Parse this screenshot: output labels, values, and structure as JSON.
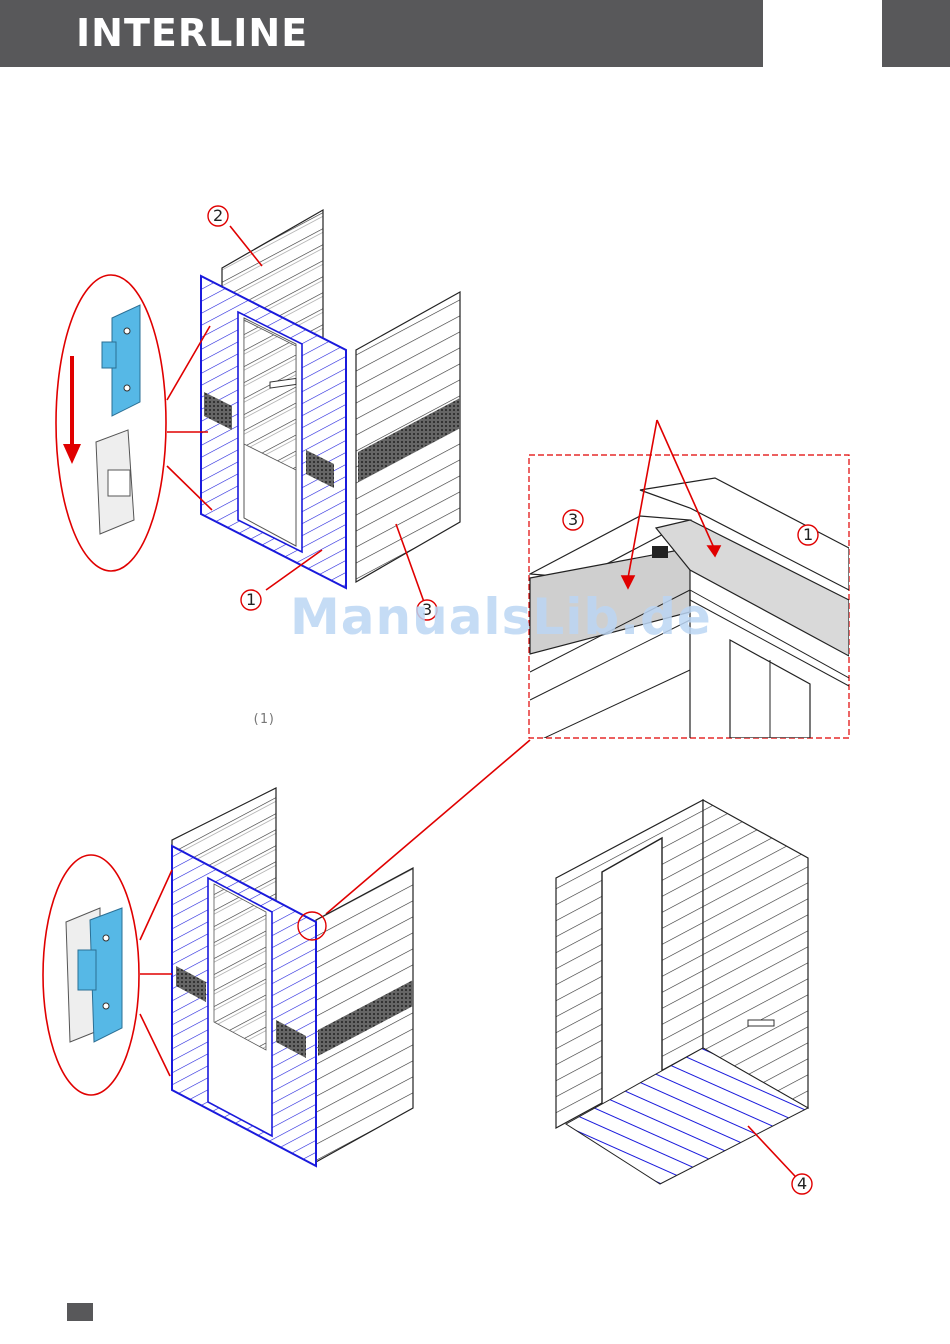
{
  "header": {
    "brand": "INTERLINE",
    "bar_color": "#58585a"
  },
  "watermark": "ManualsLib.de",
  "figure_label": "(1)",
  "callouts": {
    "top_left_2": "2",
    "top_left_1": "1",
    "top_left_3": "3",
    "detail_3": "3",
    "detail_1": "1",
    "bottom_right_4": "4"
  },
  "colors": {
    "accent_red": "#e00000",
    "frame_blue": "#1a1adc",
    "clip_cyan": "#56b8e6",
    "detail_grey": "#cfcfcf"
  },
  "icons": [
    "wall-clip-icon",
    "arrow-down-icon"
  ]
}
